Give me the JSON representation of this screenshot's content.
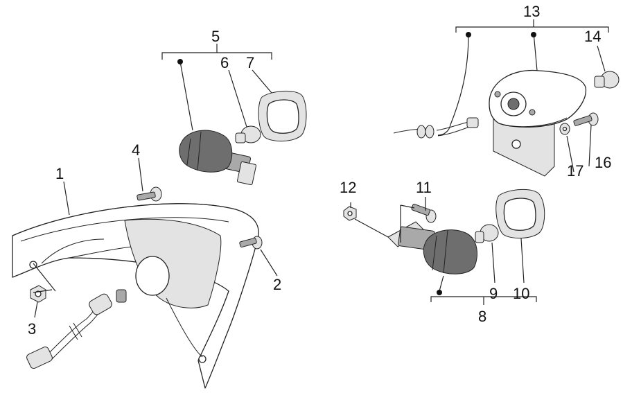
{
  "callouts": [
    {
      "id": "c1",
      "label": "1"
    },
    {
      "id": "c2",
      "label": "2"
    },
    {
      "id": "c3",
      "label": "3"
    },
    {
      "id": "c4",
      "label": "4"
    },
    {
      "id": "c5",
      "label": "5"
    },
    {
      "id": "c6",
      "label": "6"
    },
    {
      "id": "c7",
      "label": "7"
    },
    {
      "id": "c8",
      "label": "8"
    },
    {
      "id": "c9",
      "label": "9"
    },
    {
      "id": "c10",
      "label": "10"
    },
    {
      "id": "c11",
      "label": "11"
    },
    {
      "id": "c12",
      "label": "12"
    },
    {
      "id": "c13",
      "label": "13"
    },
    {
      "id": "c14",
      "label": "14"
    },
    {
      "id": "c16",
      "label": "16"
    },
    {
      "id": "c17",
      "label": "17"
    }
  ]
}
